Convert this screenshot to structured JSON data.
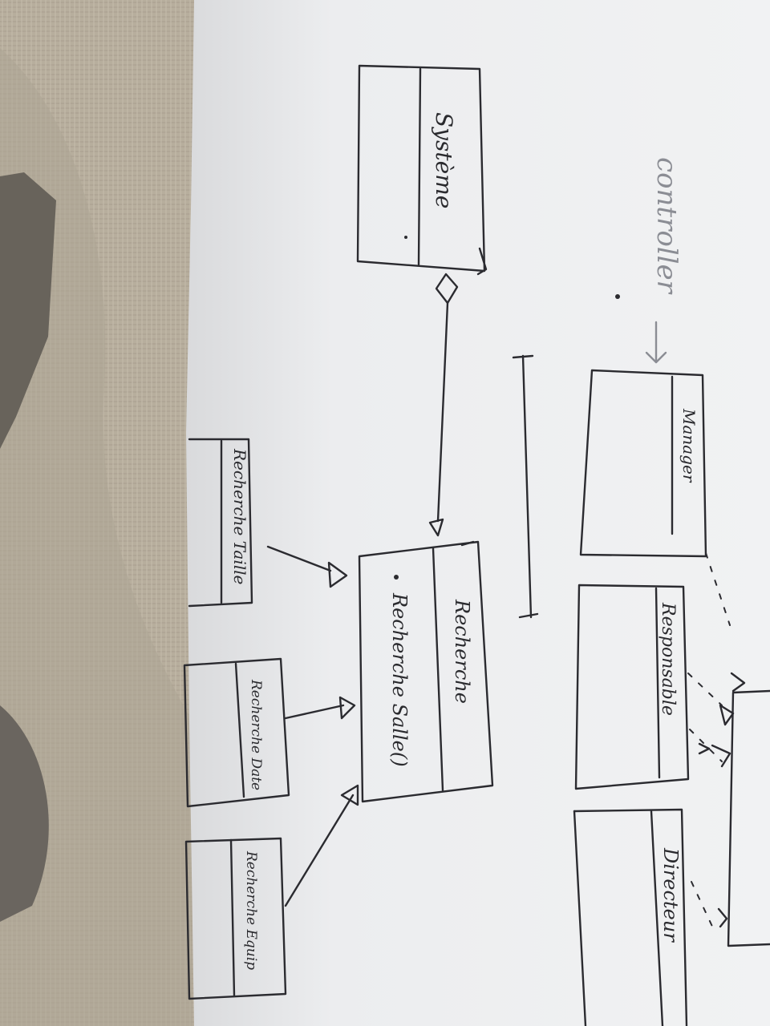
{
  "photo": {
    "subject": "Hand-drawn UML class diagram on paper, photographed rotated 90 degrees",
    "annotation": "controller",
    "classes": {
      "systeme": "Système",
      "manager": "Manager",
      "recherche": "Recherche",
      "recherche_method": "Recherche Salle()",
      "responsable": "Responsable",
      "directeur": "Directeur",
      "recherche_taille": "Recherche Taille",
      "recherche_date": "Recherche Date",
      "recherche_equip": "Recherche Equip"
    }
  },
  "colors": {
    "paper": "#ecedef",
    "ink": "#2b2b30",
    "pencil": "#8b8d94",
    "cloth": "#b9b0a0",
    "dark": "#141418"
  }
}
